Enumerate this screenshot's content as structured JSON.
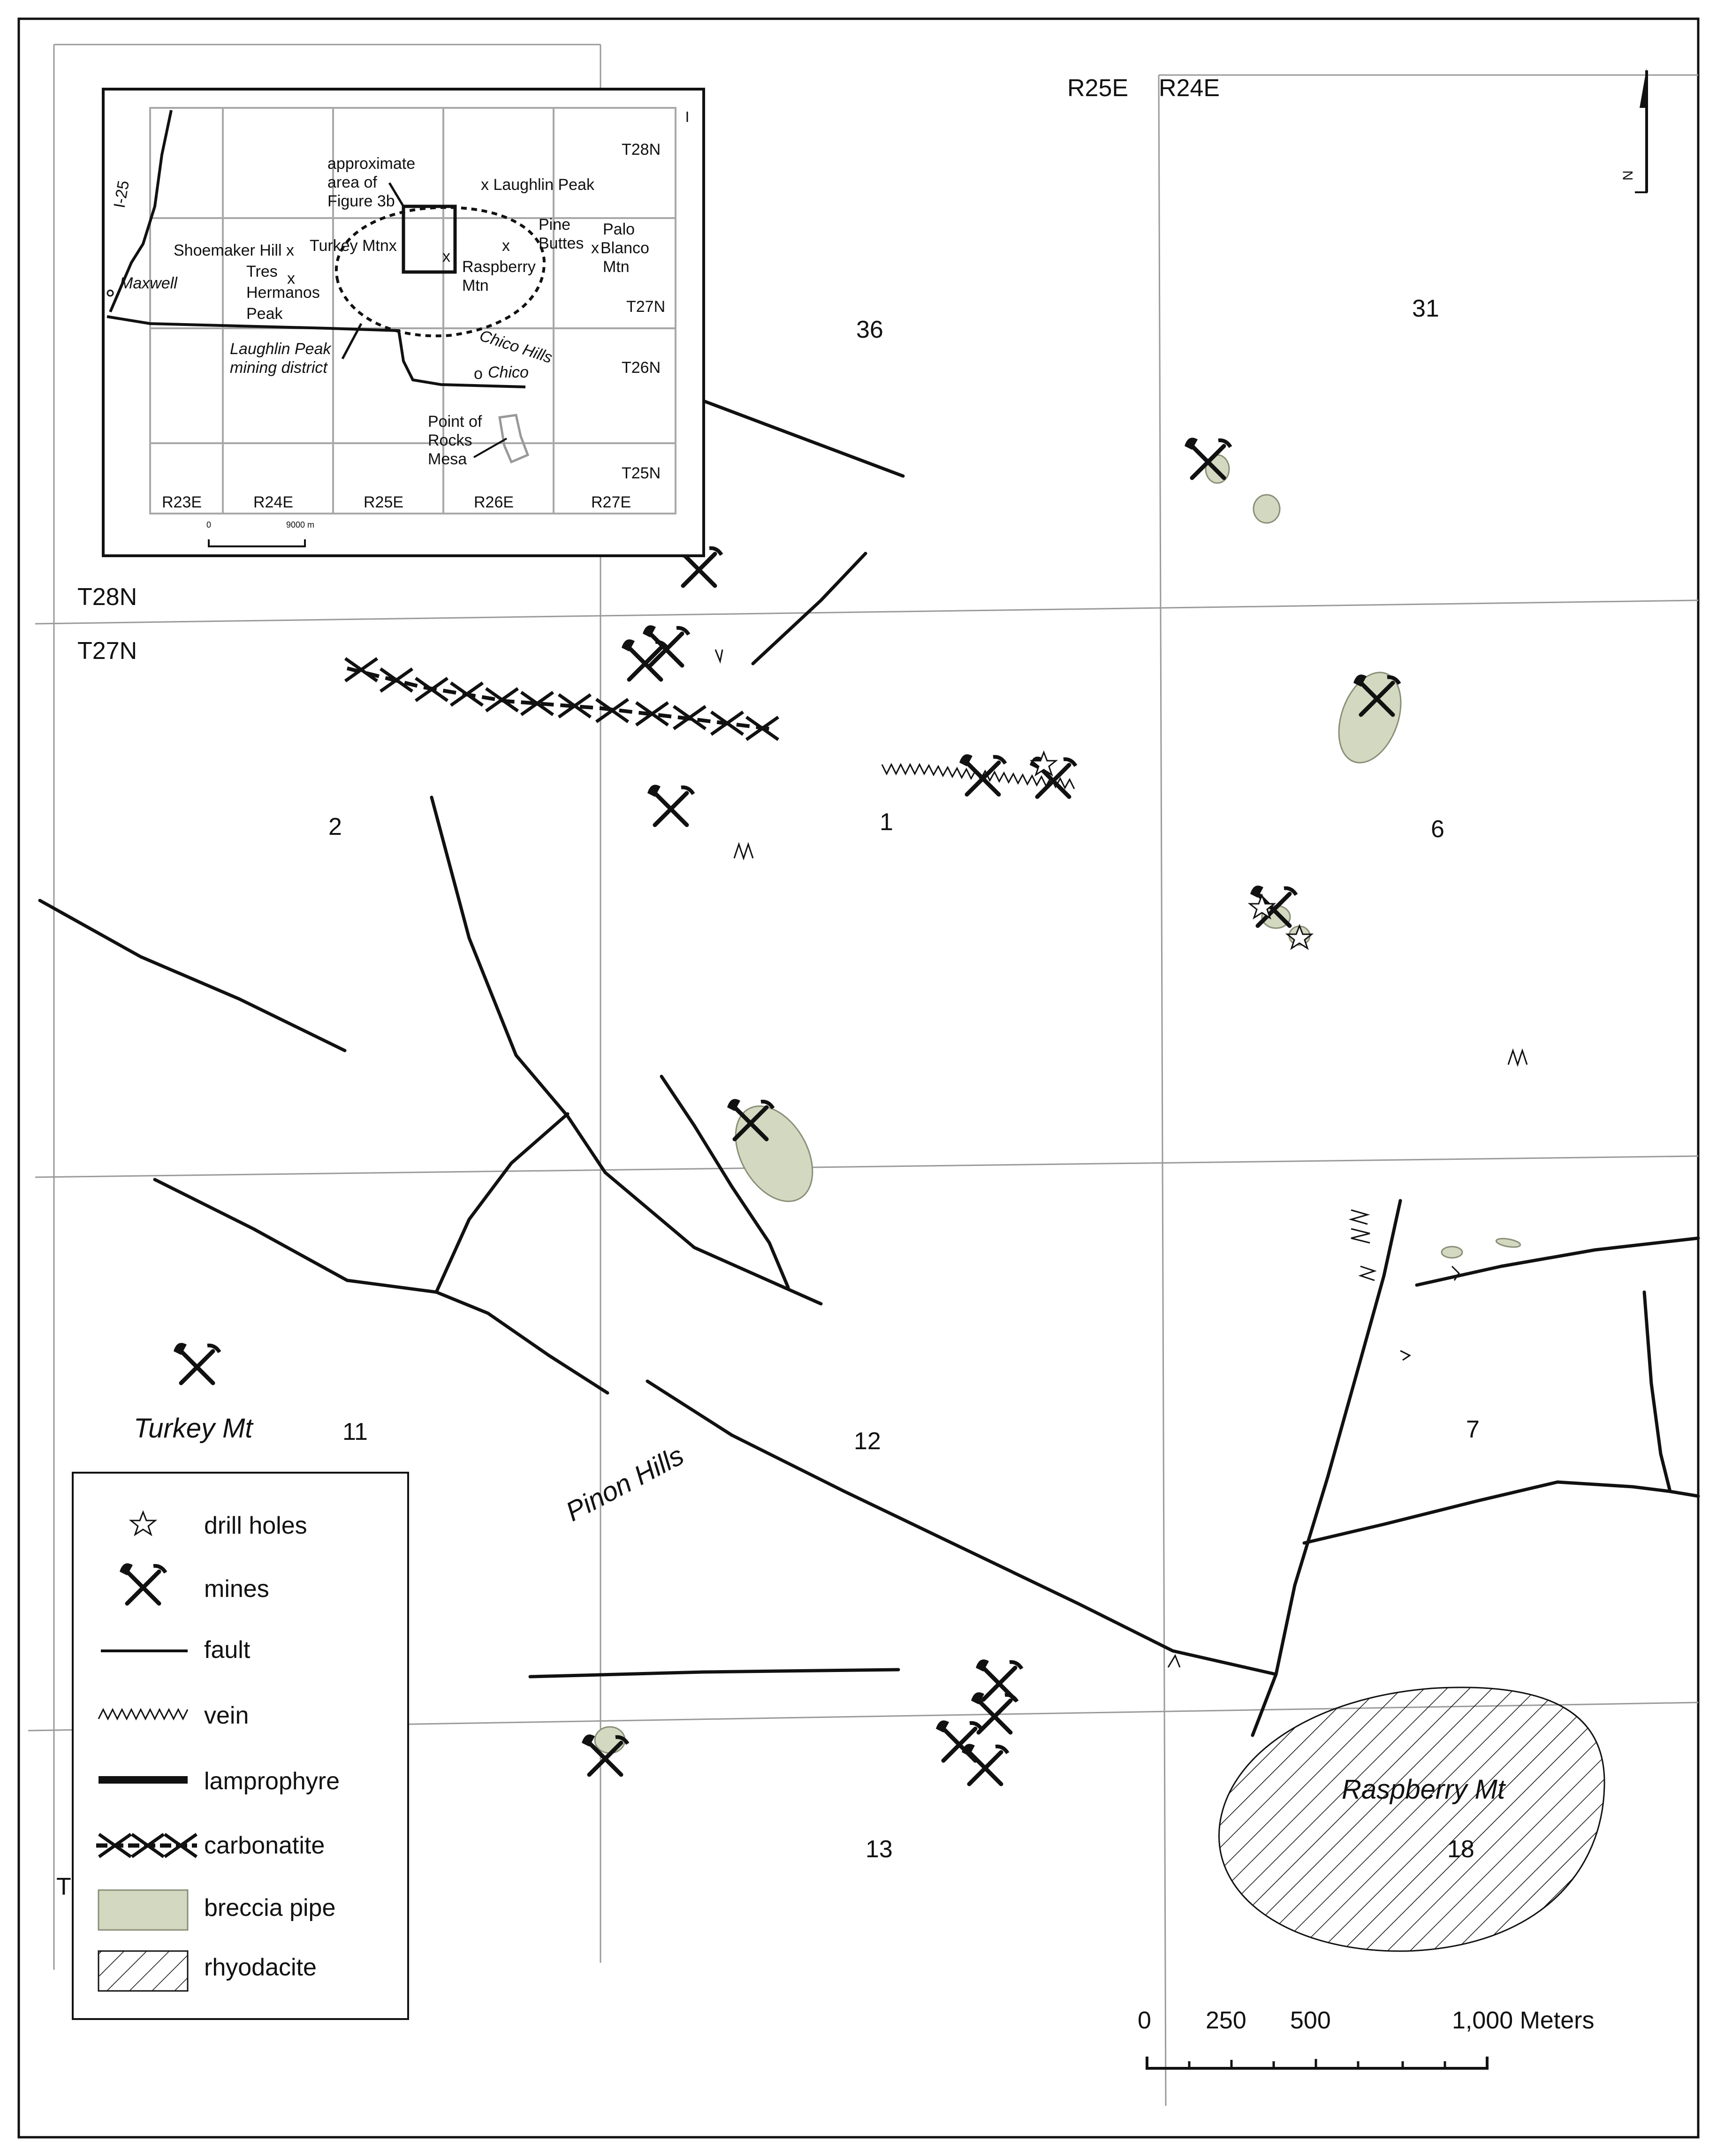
{
  "ranges": {
    "r25e": "R25E",
    "r24e": "R24E"
  },
  "townships": {
    "t28n": "T28N",
    "t27n": "T27N",
    "t_cut": "T"
  },
  "north_arrow": {
    "letter": "N"
  },
  "sections": {
    "s36": "36",
    "s31": "31",
    "s2": "2",
    "s1": "1",
    "s6": "6",
    "s11": "11",
    "s12": "12",
    "s7": "7",
    "s13": "13",
    "s18": "18"
  },
  "place_labels": {
    "turkey_mt": "Turkey Mt",
    "pinon_hills": "Pinon Hills",
    "raspberry_mt": "Raspberry Mt"
  },
  "legend": {
    "items": [
      {
        "key": "drill_holes",
        "label": "drill holes",
        "symbol": "star-icon"
      },
      {
        "key": "mines",
        "label": "mines",
        "symbol": "pick-and-shovel-icon"
      },
      {
        "key": "fault",
        "label": "fault",
        "symbol": "thin-line"
      },
      {
        "key": "vein",
        "label": "vein",
        "symbol": "zigzag-line"
      },
      {
        "key": "lamprophyre",
        "label": "lamprophyre",
        "symbol": "thick-line"
      },
      {
        "key": "carbonatite",
        "label": "carbonatite",
        "symbol": "crossed-dashed-line"
      },
      {
        "key": "breccia_pipe",
        "label": "breccia pipe",
        "symbol": "filled-box"
      },
      {
        "key": "rhyodacite",
        "label": "rhyodacite",
        "symbol": "hatched-box"
      }
    ]
  },
  "scale_bar": {
    "ticks": [
      "0",
      "250",
      "500",
      "1,000 Meters"
    ]
  },
  "inset": {
    "ranges": [
      "R23E",
      "R24E",
      "R25E",
      "R26E",
      "R27E"
    ],
    "townships": [
      "T28N",
      "T27N",
      "T26N",
      "T25N"
    ],
    "labels": {
      "approx_area": [
        "approximate",
        "area of",
        "Figure 3b"
      ],
      "laughlin_peak": "x Laughlin Peak",
      "pine_buttes": [
        "Pine",
        "Buttes"
      ],
      "palo_blanco": [
        "Palo",
        "Blanco",
        "Mtn"
      ],
      "palo_x": "x",
      "shoemaker_hill": "Shoemaker Hill x",
      "turkey_mtn": "Turkey Mtnx",
      "raspberry_mtn": [
        "Raspberry",
        "Mtn"
      ],
      "raspberry_x": "x",
      "small_x": "x",
      "tres_hermanos": [
        "Tres",
        "Hermanos",
        "Peak"
      ],
      "tres_x": "x",
      "maxwell": "Maxwell",
      "i25": "I-25",
      "chico_hills": "Chico Hills",
      "chico": "Chico",
      "chico_o": "o",
      "mining_district": [
        "Laughlin Peak",
        "mining district"
      ],
      "point_of_rocks": [
        "Point of",
        "Rocks",
        "Mesa"
      ]
    },
    "scale": {
      "zero": "0",
      "dist": "9000 m"
    }
  },
  "colors": {
    "breccia": "#d3d8c0",
    "breccia_stroke": "#8a8f78",
    "grid": "#9a9a9a",
    "ink": "#111111"
  }
}
